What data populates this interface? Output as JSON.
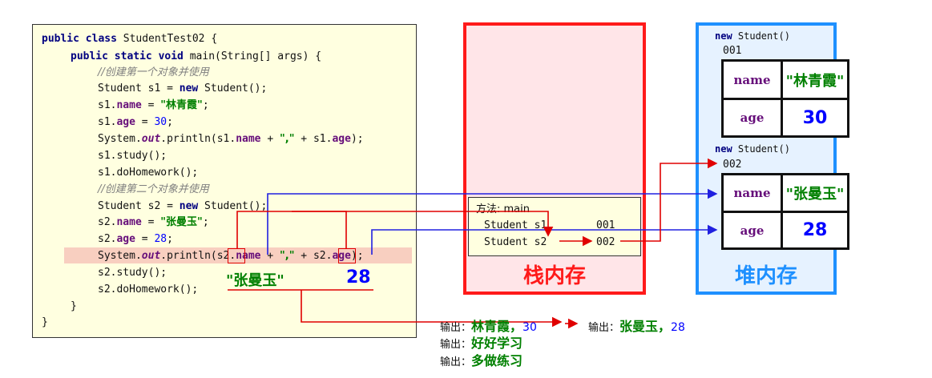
{
  "code": {
    "l1_a": "public class",
    "l1_b": " StudentTest02 {",
    "l2_a": "public static void",
    "l2_b": " main(String[] args) {",
    "l3": "//创建第一个对象并使用",
    "l4_a": "Student s1 = ",
    "l4_b": "new",
    "l4_c": " Student();",
    "l5_a": "s1.",
    "l5_b": "name",
    "l5_c": " = ",
    "l5_d": "\"林青霞\"",
    "l5_e": ";",
    "l6_a": "s1.",
    "l6_b": "age",
    "l6_c": " = ",
    "l6_d": "30",
    "l6_e": ";",
    "l7_a": "System.",
    "l7_b": "out",
    "l7_c": ".println(s1.",
    "l7_d": "name",
    "l7_e": " + ",
    "l7_f": "\",\"",
    "l7_g": " + s1.",
    "l7_h": "age",
    "l7_i": ");",
    "l8": "s1.study();",
    "l9": "s1.doHomework();",
    "l10": "//创建第二个对象并使用",
    "l11_a": "Student s2 = ",
    "l11_b": "new",
    "l11_c": " Student();",
    "l12_a": "s2.",
    "l12_b": "name",
    "l12_c": " = ",
    "l12_d": "\"张曼玉\"",
    "l12_e": ";",
    "l13_a": "s2.",
    "l13_b": "age",
    "l13_c": " = ",
    "l13_d": "28",
    "l13_e": ";",
    "l14_a": "System.",
    "l14_b": "out",
    "l14_c": ".println(s2.",
    "l14_d": "name",
    "l14_e": " + ",
    "l14_f": "\",\"",
    "l14_g": " + s2.",
    "l14_h": "age",
    "l14_i": ");",
    "l15": "s2.study();",
    "l16": "s2.doHomework();",
    "l17": "}",
    "l18": "}"
  },
  "annotation": {
    "name_value": "\"张曼玉\"",
    "age_value": "28"
  },
  "stack": {
    "title": "栈内存",
    "frame_title": "方法: main",
    "s1_label": "Student s1",
    "s1_addr": "001",
    "s2_label": "Student s2",
    "s2_addr": "002"
  },
  "heap": {
    "title": "堆内存",
    "obj1": {
      "header_kw": "new",
      "header_rest": " Student()",
      "addr": "001",
      "name_label": "name",
      "name_value": "\"林青霞\"",
      "age_label": "age",
      "age_value": "30"
    },
    "obj2": {
      "header_kw": "new",
      "header_rest": " Student()",
      "addr": "002",
      "name_label": "name",
      "name_value": "\"张曼玉\"",
      "age_label": "age",
      "age_value": "28"
    }
  },
  "output": {
    "line1_prefix": "输出：",
    "line1_name": "林青霞",
    "line1_sep": "，",
    "line1_age": "30",
    "line1b_prefix": "输出：",
    "line1b_name": "张曼玉",
    "line1b_sep": "，",
    "line1b_age": "28",
    "line2_prefix": "输出：",
    "line2_text": "好好学习",
    "line3_prefix": "输出：",
    "line3_text": "多做练习"
  },
  "colors": {
    "stack_border": "#ff1a1a",
    "heap_border": "#1e90ff",
    "arrow_red": "#e00000",
    "arrow_blue": "#2020e0"
  }
}
